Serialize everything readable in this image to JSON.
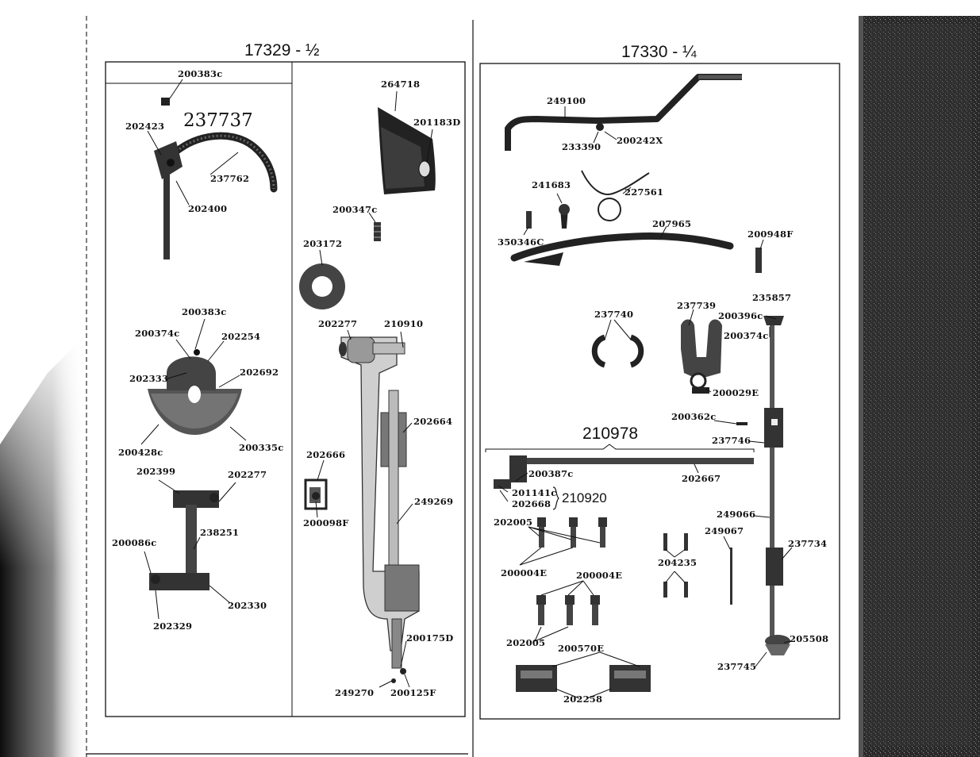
{
  "left_page": {
    "title": "17329 - ½",
    "assembly_number": "237737",
    "labels": {
      "p200383c_top": "200383c",
      "p202423": "202423",
      "p237762": "237762",
      "p202400": "202400",
      "p200383c_mid": "200383c",
      "p200374c": "200374c",
      "p202254": "202254",
      "p202333": "202333",
      "p202692": "202692",
      "p200428c": "200428c",
      "p200335c": "200335c",
      "p202399": "202399",
      "p202277_left": "202277",
      "p200086c": "200086c",
      "p238251": "238251",
      "p202330": "202330",
      "p202329": "202329",
      "p264718": "264718",
      "p201183d": "201183D",
      "p200347c": "200347c",
      "p203172": "203172",
      "p202277_right": "202277",
      "p210910": "210910",
      "p202664": "202664",
      "p202666": "202666",
      "p200098f": "200098F",
      "p249269": "249269",
      "p200175d": "200175D",
      "p249270": "249270",
      "p200125f": "200125F"
    }
  },
  "right_page": {
    "title": "17330 - ¼",
    "assembly_number": "210978",
    "sub_assembly": "210920",
    "labels": {
      "p249100": "249100",
      "p233390": "233390",
      "p200242x": "200242X",
      "p241683": "241683",
      "p227561": "227561",
      "p207965": "207965",
      "p350346c": "350346C",
      "p200948f": "200948F",
      "p237740": "237740",
      "p237739": "237739",
      "p235857": "235857",
      "p200396c": "200396c",
      "p200374c": "200374c",
      "p200029e": "200029E",
      "p200362c": "200362c",
      "p237746": "237746",
      "p200387c": "200387c",
      "p202667": "202667",
      "p201141c": "201141c",
      "p202668": "202668",
      "p202005_top": "202005",
      "p200004e_left": "200004E",
      "p200004e_right": "200004E",
      "p204235": "204235",
      "p249066": "249066",
      "p249067": "249067",
      "p237734": "237734",
      "p202005_bottom": "202005",
      "p200570e": "200570E",
      "p202258": "202258",
      "p205508": "205508",
      "p237745": "237745"
    }
  }
}
